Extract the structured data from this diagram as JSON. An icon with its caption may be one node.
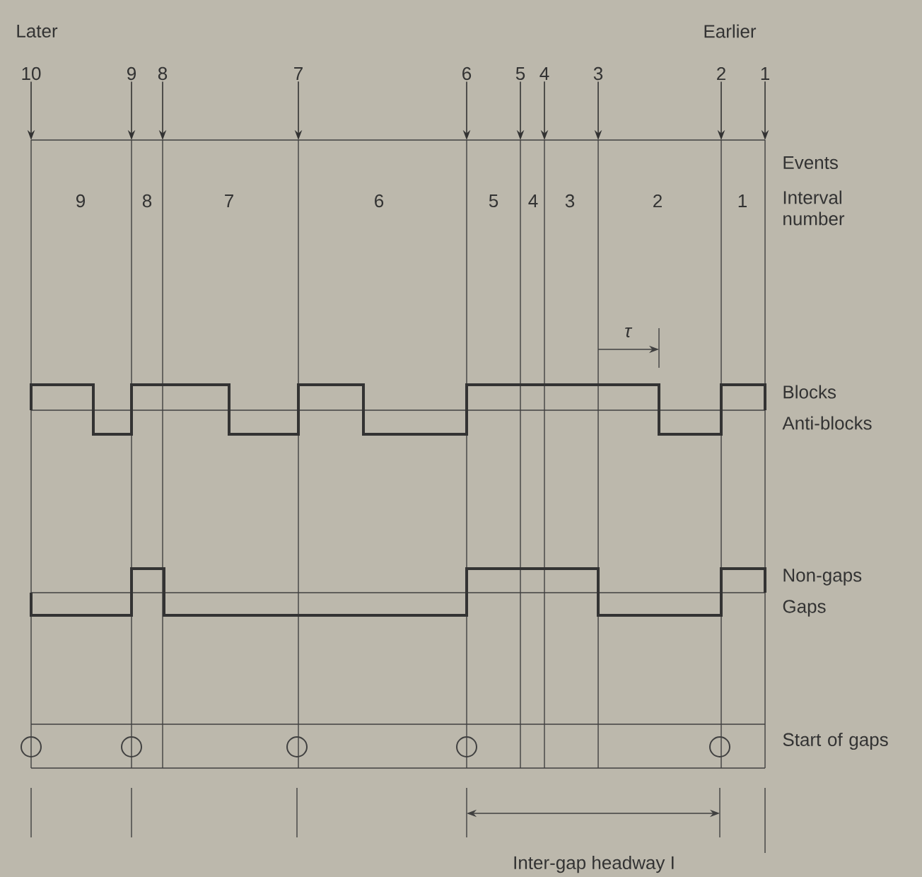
{
  "diagram": {
    "nodes": [
      {
        "text": [
          "10"
        ]
      },
      {
        "text": [
          "9"
        ]
      },
      {
        "text": [
          "8"
        ]
      },
      {
        "text": [
          "7"
        ]
      },
      {
        "text": [
          "6"
        ]
      },
      {
        "text": [
          "5"
        ]
      },
      {
        "text": [
          "4"
        ]
      },
      {
        "text": [
          "3"
        ]
      },
      {
        "text": [
          "2"
        ]
      },
      {
        "text": [
          "1"
        ]
      }
    ],
    "edges": [
      {
        "from": 0,
        "to": null,
        "arrow": "to"
      },
      {
        "from": 1,
        "to": null,
        "arrow": "to"
      },
      {
        "from": 2,
        "to": null,
        "arrow": "to"
      },
      {
        "from": 3,
        "to": null,
        "arrow": "to"
      },
      {
        "from": 4,
        "to": null,
        "arrow": "to"
      },
      {
        "from": 5,
        "to": null,
        "arrow": "to"
      },
      {
        "from": 6,
        "to": null,
        "arrow": "to"
      },
      {
        "from": 7,
        "to": null,
        "arrow": "to"
      },
      {
        "from": 8,
        "to": null,
        "arrow": "to"
      },
      {
        "from": 9,
        "to": null,
        "arrow": "to"
      }
    ],
    "labels": [
      "Later",
      "Earlier",
      "Events",
      "9",
      "8",
      "7",
      "6",
      "5",
      "4",
      "3",
      "2",
      "1",
      "Interval number",
      "τ",
      "Blocks",
      "Anti-blocks",
      "Non-gaps",
      "Gaps",
      "Start of gaps",
      "Inter-gap headway I"
    ]
  }
}
